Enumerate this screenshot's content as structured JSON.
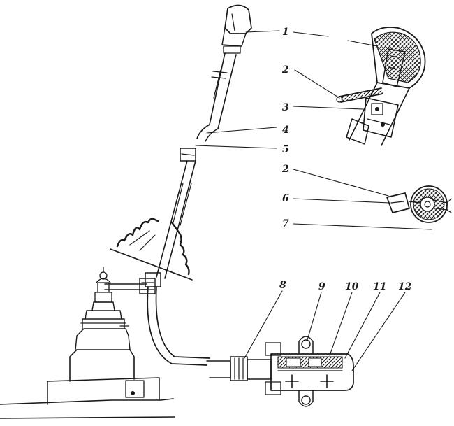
{
  "callouts": [
    {
      "id": "1",
      "text": "1"
    },
    {
      "id": "2a",
      "text": "2"
    },
    {
      "id": "3",
      "text": "3"
    },
    {
      "id": "4",
      "text": "4"
    },
    {
      "id": "5",
      "text": "5"
    },
    {
      "id": "2b",
      "text": "2"
    },
    {
      "id": "6",
      "text": "6"
    },
    {
      "id": "7",
      "text": "7"
    },
    {
      "id": "8",
      "text": "8"
    },
    {
      "id": "9",
      "text": "9"
    },
    {
      "id": "10",
      "text": "10"
    },
    {
      "id": "11",
      "text": "11"
    },
    {
      "id": "12",
      "text": "12"
    }
  ],
  "colors": {
    "ink": "#1a1a1a",
    "paper": "#ffffff"
  }
}
